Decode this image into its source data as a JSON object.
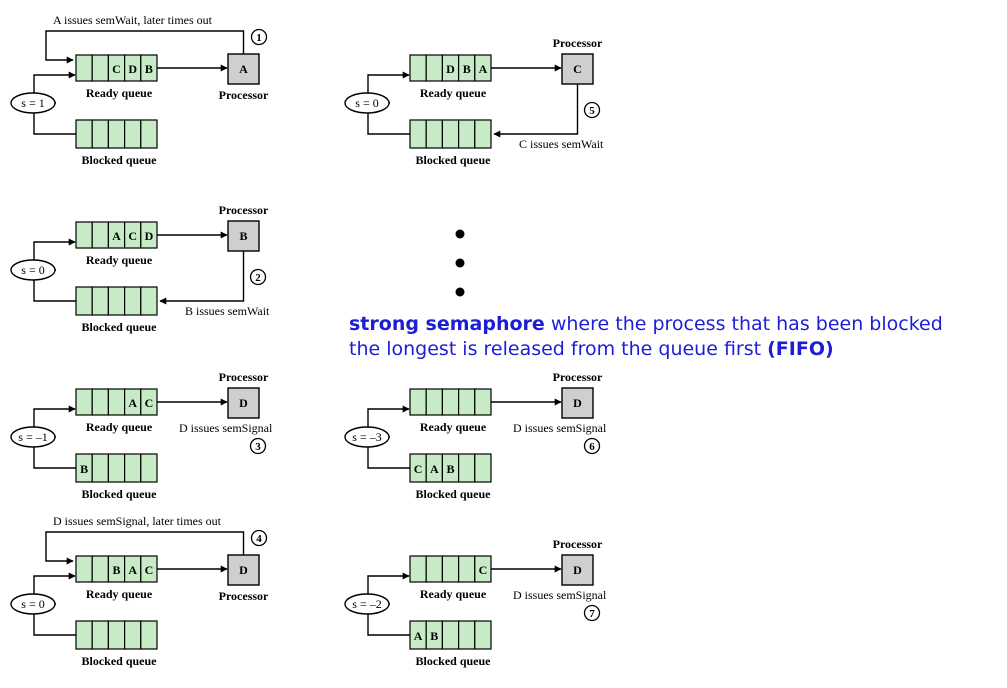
{
  "labels": {
    "ready_queue": "Ready queue",
    "blocked_queue": "Blocked queue",
    "processor": "Processor"
  },
  "colors": {
    "queue_cell": "#c6ebc6",
    "processor_box": "#cfcfcf",
    "caption_text": "#1d1dd6"
  },
  "caption": {
    "bold_term": "strong semaphore",
    "line1_rest": " where the process that has been blocked",
    "line2": "the longest is released from the queue first ",
    "bold_tail": "(FIFO)"
  },
  "ellipsis_dots": 3,
  "panels": [
    {
      "step": "1",
      "s": "s = 1",
      "ready": [
        "",
        "",
        "C",
        "D",
        "B"
      ],
      "blocked": [
        "",
        "",
        "",
        "",
        ""
      ],
      "processor": "A",
      "annotation": "A issues semWait, later times out"
    },
    {
      "step": "5",
      "s": "s = 0",
      "ready": [
        "",
        "",
        "D",
        "B",
        "A"
      ],
      "blocked": [
        "",
        "",
        "",
        "",
        ""
      ],
      "processor": "C",
      "annotation": "C issues semWait"
    },
    {
      "step": "2",
      "s": "s = 0",
      "ready": [
        "",
        "",
        "A",
        "C",
        "D"
      ],
      "blocked": [
        "",
        "",
        "",
        "",
        ""
      ],
      "processor": "B",
      "annotation": "B issues semWait"
    },
    {
      "step": "3",
      "s": "s = –1",
      "ready": [
        "",
        "",
        "",
        "A",
        "C"
      ],
      "blocked": [
        "B",
        "",
        "",
        "",
        ""
      ],
      "processor": "D",
      "annotation": "D issues semSignal"
    },
    {
      "step": "6",
      "s": "s = –3",
      "ready": [
        "",
        "",
        "",
        "",
        ""
      ],
      "blocked": [
        "C",
        "A",
        "B",
        "",
        ""
      ],
      "processor": "D",
      "annotation": "D issues semSignal"
    },
    {
      "step": "4",
      "s": "s = 0",
      "ready": [
        "",
        "",
        "B",
        "A",
        "C"
      ],
      "blocked": [
        "",
        "",
        "",
        "",
        ""
      ],
      "processor": "D",
      "annotation": "D issues semSignal, later times out"
    },
    {
      "step": "7",
      "s": "s = –2",
      "ready": [
        "",
        "",
        "",
        "",
        "C"
      ],
      "blocked": [
        "A",
        "B",
        "",
        "",
        ""
      ],
      "processor": "D",
      "annotation": "D issues semSignal"
    }
  ]
}
